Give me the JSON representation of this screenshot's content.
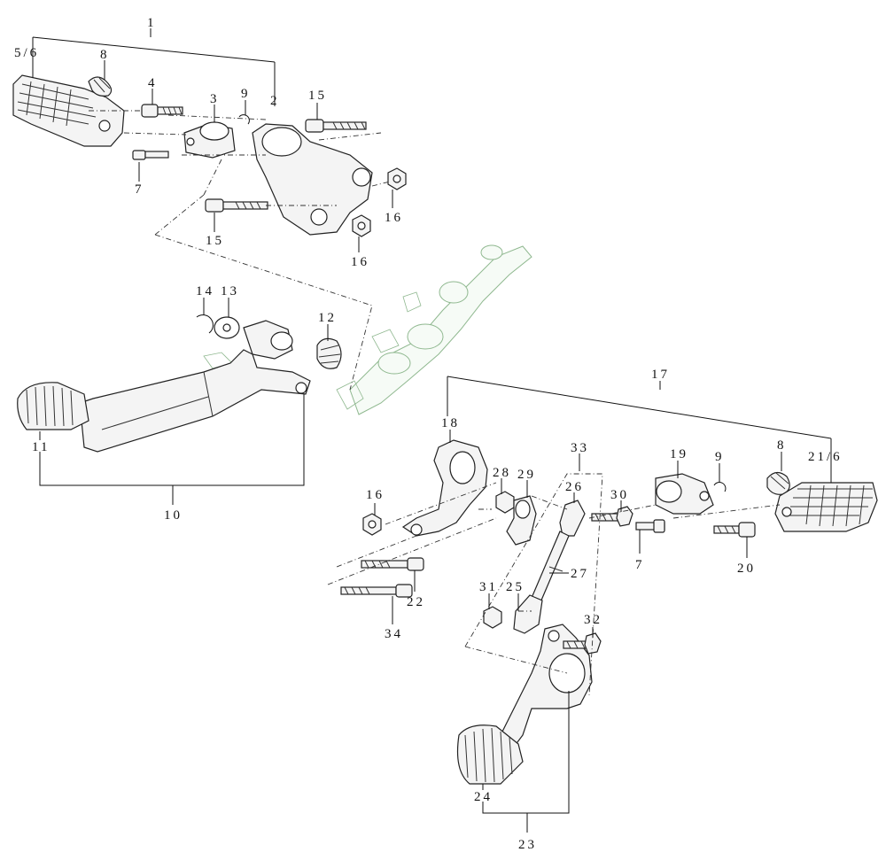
{
  "callouts": [
    {
      "id": "c1",
      "text": "1"
    },
    {
      "id": "c5-6",
      "text": "5/6"
    },
    {
      "id": "c8a",
      "text": "8"
    },
    {
      "id": "c4",
      "text": "4"
    },
    {
      "id": "c3",
      "text": "3"
    },
    {
      "id": "c9a",
      "text": "9"
    },
    {
      "id": "c2",
      "text": "2"
    },
    {
      "id": "c15a",
      "text": "15"
    },
    {
      "id": "c7a",
      "text": "7"
    },
    {
      "id": "c16a",
      "text": "16"
    },
    {
      "id": "c15b",
      "text": "15"
    },
    {
      "id": "c16b",
      "text": "16"
    },
    {
      "id": "c14",
      "text": "14"
    },
    {
      "id": "c13",
      "text": "13"
    },
    {
      "id": "c12",
      "text": "12"
    },
    {
      "id": "c11",
      "text": "11"
    },
    {
      "id": "c10",
      "text": "10"
    },
    {
      "id": "c17",
      "text": "17"
    },
    {
      "id": "c18",
      "text": "18"
    },
    {
      "id": "c33",
      "text": "33"
    },
    {
      "id": "c19",
      "text": "19"
    },
    {
      "id": "c9b",
      "text": "9"
    },
    {
      "id": "c8b",
      "text": "8"
    },
    {
      "id": "c21-6",
      "text": "21/6"
    },
    {
      "id": "c28",
      "text": "28"
    },
    {
      "id": "c29",
      "text": "29"
    },
    {
      "id": "c26",
      "text": "26"
    },
    {
      "id": "c30",
      "text": "30"
    },
    {
      "id": "c16c",
      "text": "16"
    },
    {
      "id": "c7b",
      "text": "7"
    },
    {
      "id": "c20",
      "text": "20"
    },
    {
      "id": "c27",
      "text": "27"
    },
    {
      "id": "c22",
      "text": "22"
    },
    {
      "id": "c31",
      "text": "31"
    },
    {
      "id": "c25",
      "text": "25"
    },
    {
      "id": "c32",
      "text": "32"
    },
    {
      "id": "c34",
      "text": "34"
    },
    {
      "id": "c24",
      "text": "24"
    },
    {
      "id": "c23",
      "text": "23"
    }
  ],
  "colors": {
    "ink": "#111111",
    "ghost": "#8fb88f",
    "fill": "#f4f4f4"
  }
}
